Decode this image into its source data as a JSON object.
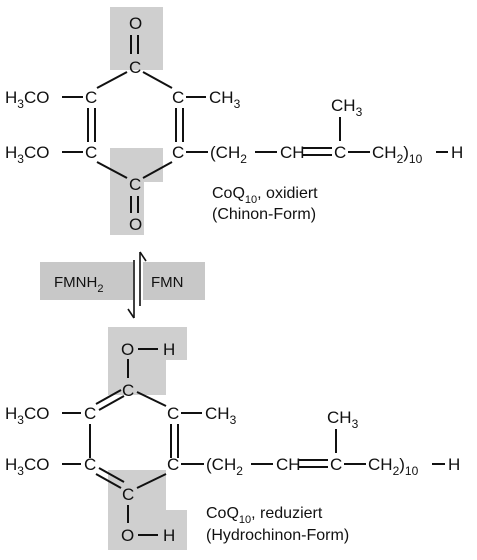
{
  "oxidized": {
    "atoms": {
      "o_top": "O",
      "c_top": "C",
      "c_upper_left": "C",
      "c_upper_right": "C",
      "c_lower_left": "C",
      "c_lower_right": "C",
      "c_bottom": "C",
      "o_bottom": "O"
    },
    "substituents": {
      "methoxy_1": "H3CO",
      "methoxy_2": "H3CO",
      "methyl": "CH3",
      "branch_methyl": "CH3"
    },
    "side_chain": {
      "open": "(CH2",
      "middle": "CH",
      "branch_c": "C",
      "close": "CH2)",
      "repeat": "10",
      "end": "H"
    },
    "caption_line_1": "CoQ10, oxidiert",
    "caption_line_2": "(Chinon-Form)"
  },
  "reaction": {
    "left_reagent": "FMNH2",
    "right_reagent": "FMN"
  },
  "reduced": {
    "atoms": {
      "o_top": "O",
      "h_top": "H",
      "c_top": "C",
      "c_upper_left": "C",
      "c_upper_right": "C",
      "c_lower_left": "C",
      "c_lower_right": "C",
      "c_bottom": "C",
      "o_bottom": "O",
      "h_bottom": "H"
    },
    "substituents": {
      "methoxy_1": "H3CO",
      "methoxy_2": "H3CO",
      "methyl": "CH3",
      "branch_methyl": "CH3"
    },
    "side_chain": {
      "open": "(CH2",
      "middle": "CH",
      "branch_c": "C",
      "close": "CH2)",
      "repeat": "10",
      "end": "H"
    },
    "caption_line_1": "CoQ10, reduziert",
    "caption_line_2": "(Hydrochinon-Form)"
  }
}
